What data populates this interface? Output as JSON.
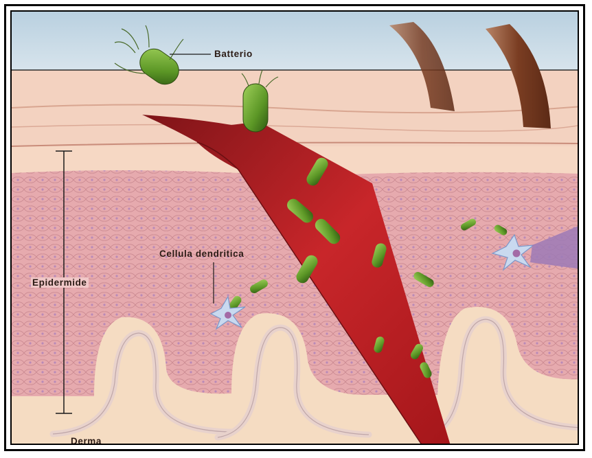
{
  "labels": {
    "batterio": "Batterio",
    "cellula_dendritica": "Cellula dendritica",
    "epidermide": "Epidermide",
    "derma": "Derma"
  },
  "colors": {
    "sky": "#c9dbe6",
    "skin_surface": "#f3d1bf",
    "epidermis": "#e4a8ad",
    "dermis": "#f4dcc0",
    "wound": "#b31c20",
    "bacteria": "#5e9a2a",
    "hair": "#8a4a2c"
  }
}
